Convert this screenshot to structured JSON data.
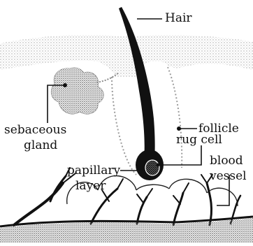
{
  "labels": {
    "hair": "Hair",
    "follicle": "follicle",
    "sebaceous": "sebaceous",
    "gland": "gland",
    "rug_cell": "rug cell",
    "blood": "blood",
    "vessel": "vessel",
    "papillary": "papillary",
    "layer": "layer"
  },
  "colors": {
    "ink": "#111111",
    "stipple": "#b8b8b8",
    "paper": "#ffffff"
  }
}
